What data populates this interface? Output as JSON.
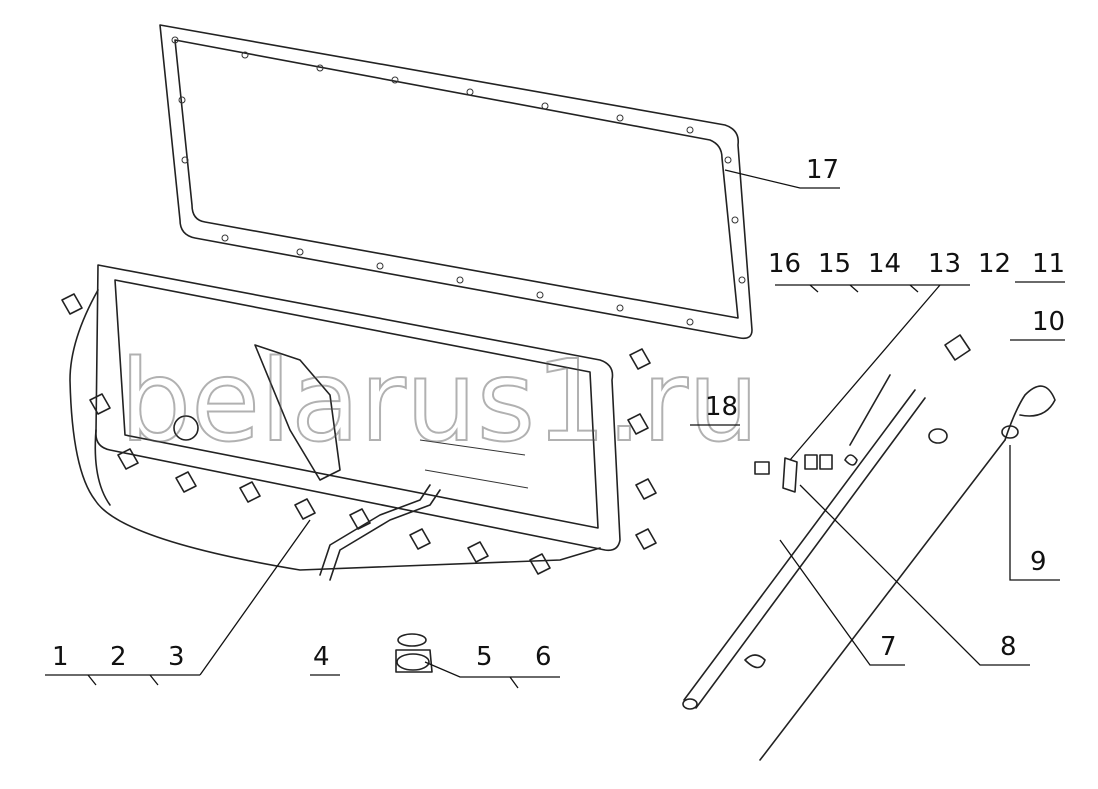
{
  "watermark": "belarus1.ru",
  "callouts": {
    "c1": "1",
    "c2": "2",
    "c3": "3",
    "c4": "4",
    "c5": "5",
    "c6": "6",
    "c7": "7",
    "c8": "8",
    "c9": "9",
    "c10": "10",
    "c11": "11",
    "c12": "12",
    "c13": "13",
    "c14": "14",
    "c15": "15",
    "c16": "16",
    "c17": "17",
    "c18": "18"
  }
}
